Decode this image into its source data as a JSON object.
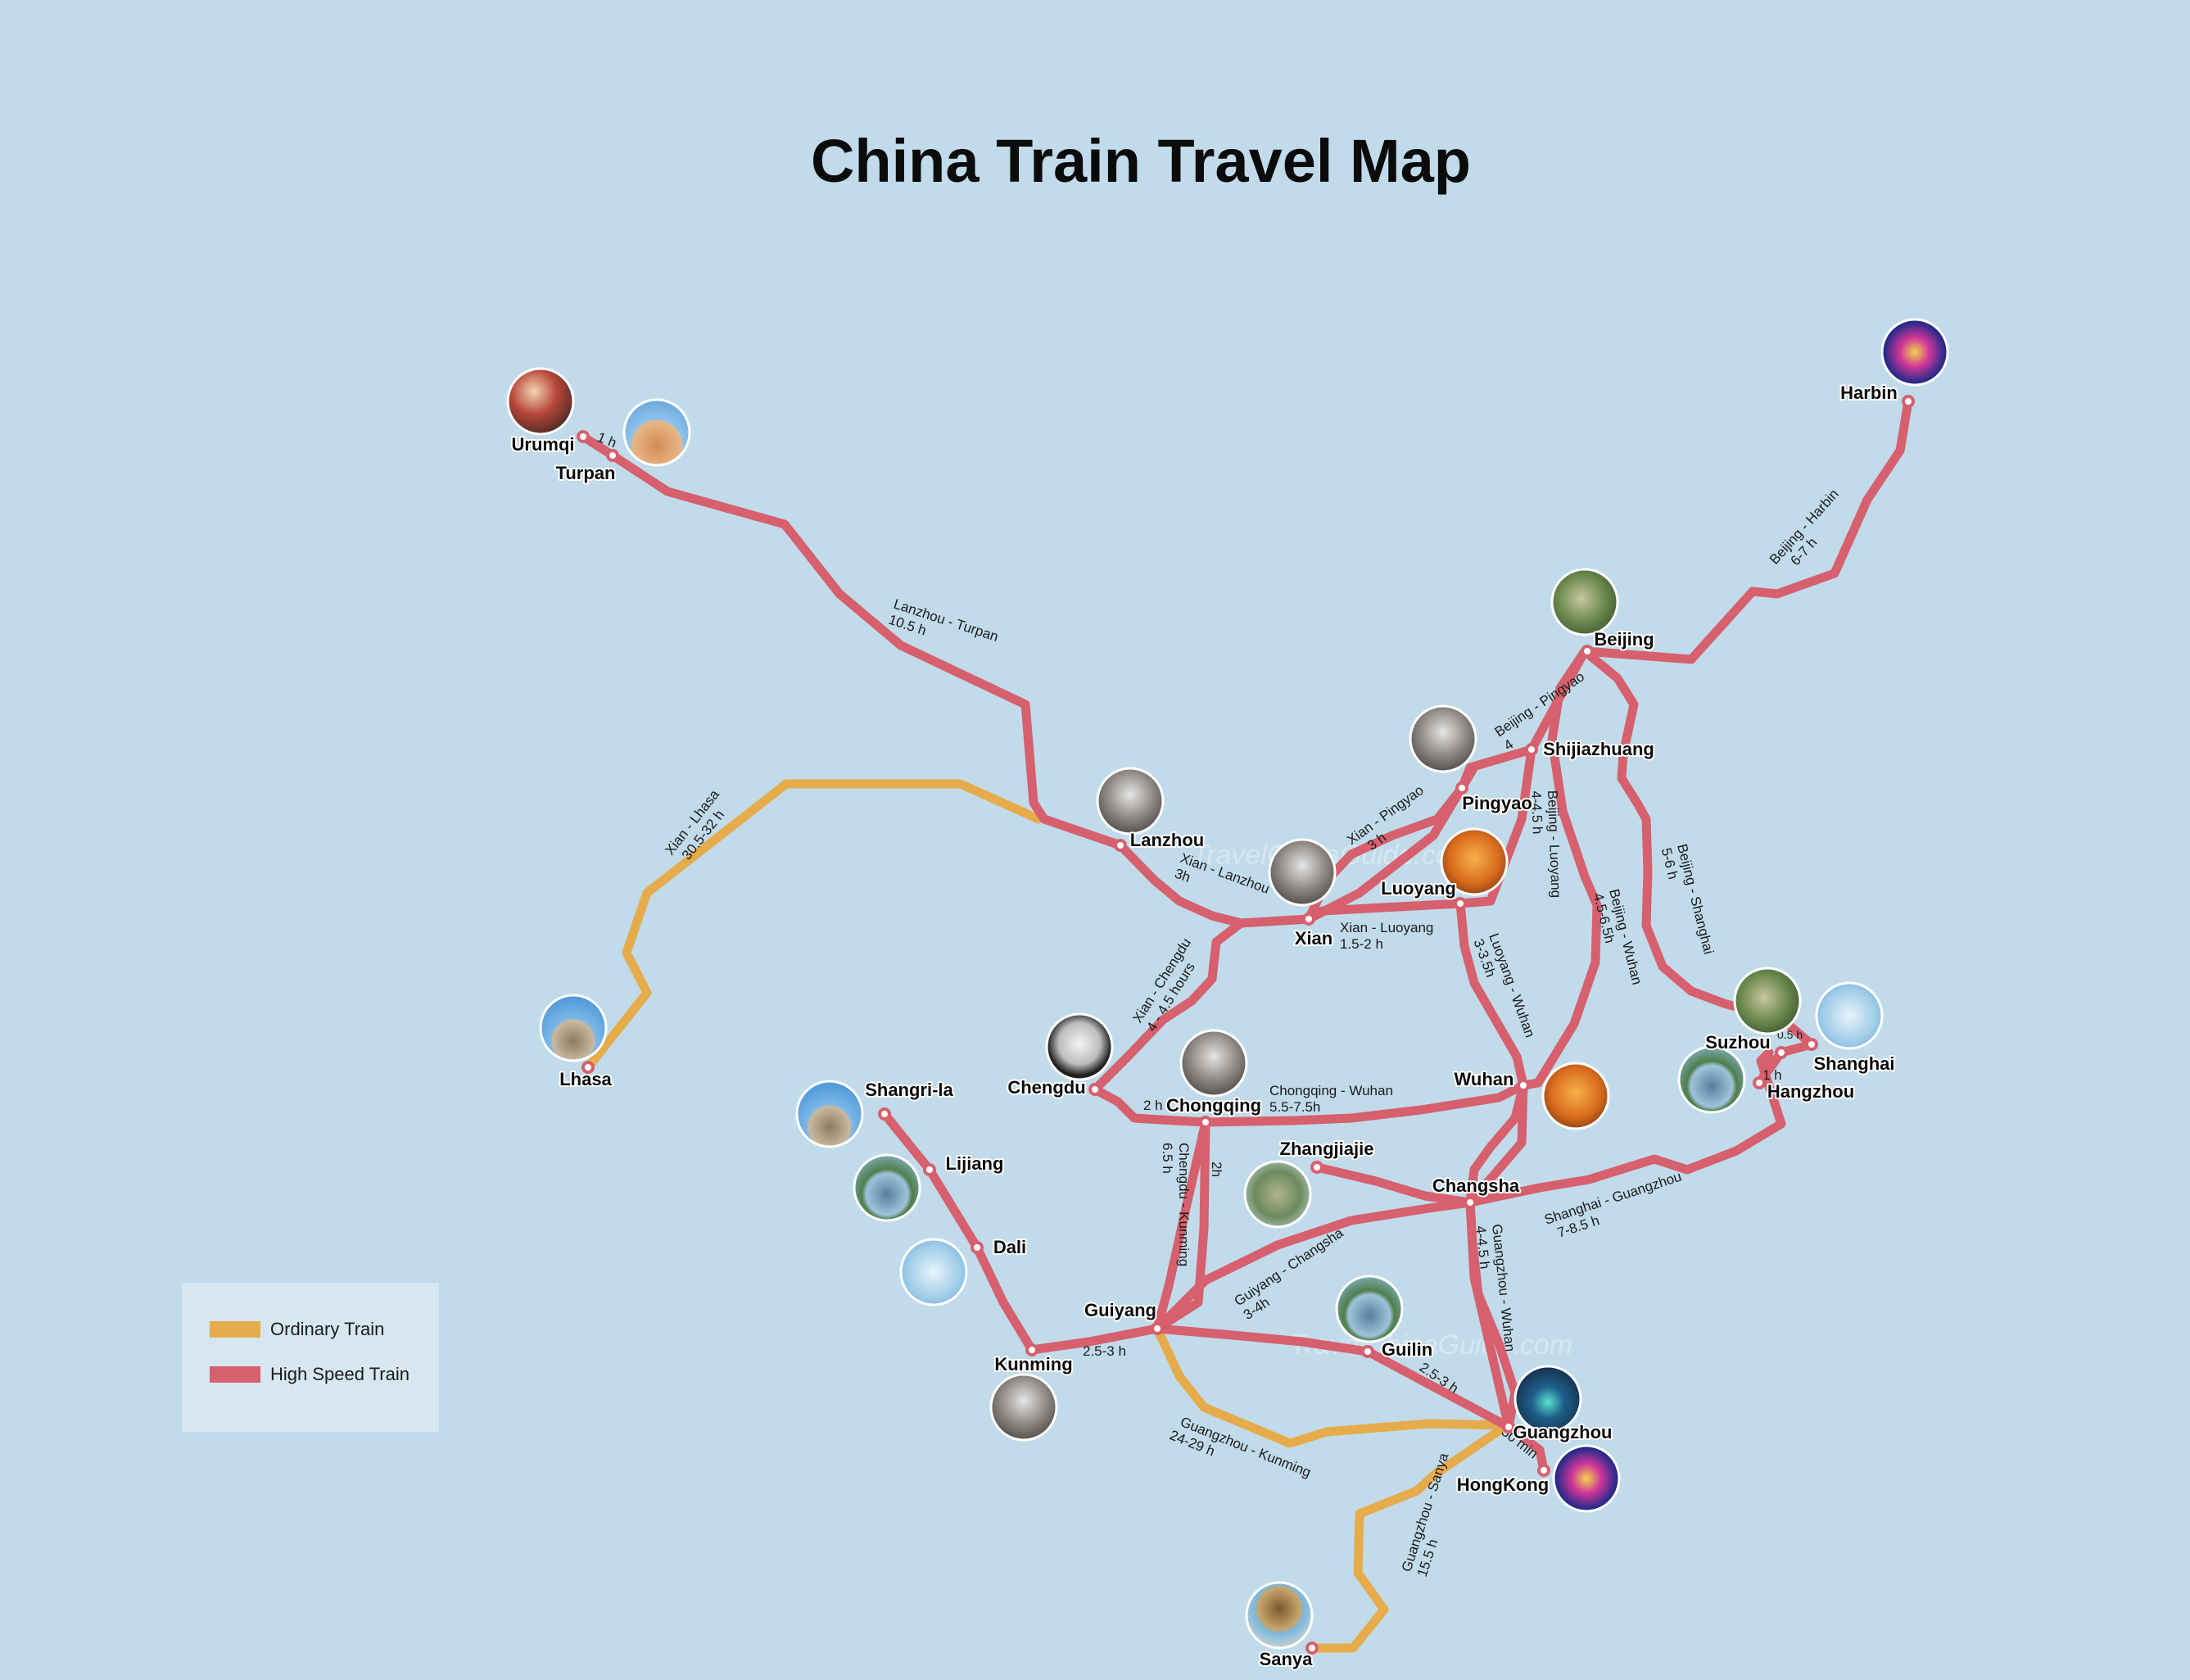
{
  "title": "China Train Travel Map",
  "watermark": "TravelChinaGuide.com",
  "colors": {
    "background": "#c1dbea",
    "high_speed": "#d6606e",
    "ordinary": "#e6ac4c"
  },
  "legend": [
    {
      "label": "Ordinary Train",
      "color": "#e6ac4c"
    },
    {
      "label": "High Speed Train",
      "color": "#d6606e"
    }
  ],
  "cities": [
    {
      "id": "urumqi",
      "name": "Urumqi",
      "photo": "grand-bazaar-photo"
    },
    {
      "id": "turpan",
      "name": "Turpan",
      "photo": "flaming-mountains-photo"
    },
    {
      "id": "harbin",
      "name": "Harbin",
      "photo": "ice-festival-photo"
    },
    {
      "id": "beijing",
      "name": "Beijing",
      "photo": "great-wall-photo"
    },
    {
      "id": "shijiazhuang",
      "name": "Shijiazhuang"
    },
    {
      "id": "pingyao",
      "name": "Pingyao",
      "photo": "pingyao-gate-photo"
    },
    {
      "id": "lanzhou",
      "name": "Lanzhou",
      "photo": "waterwheel-photo"
    },
    {
      "id": "xian",
      "name": "Xian",
      "photo": "terracotta-warriors-photo"
    },
    {
      "id": "luoyang",
      "name": "Luoyang",
      "photo": "shaolin-monks-photo"
    },
    {
      "id": "lhasa",
      "name": "Lhasa",
      "photo": "potala-palace-photo"
    },
    {
      "id": "chengdu",
      "name": "Chengdu",
      "photo": "panda-photo"
    },
    {
      "id": "chongqing",
      "name": "Chongqing",
      "photo": "chongqing-skyline-photo"
    },
    {
      "id": "wuhan",
      "name": "Wuhan",
      "photo": "yellow-crane-tower-photo"
    },
    {
      "id": "suzhou",
      "name": "Suzhou",
      "photo": "suzhou-garden-photo"
    },
    {
      "id": "shanghai",
      "name": "Shanghai",
      "photo": "pearl-tower-photo"
    },
    {
      "id": "hangzhou",
      "name": "Hangzhou",
      "photo": "west-lake-photo"
    },
    {
      "id": "shangrila",
      "name": "Shangri-la",
      "photo": "songzanlin-photo"
    },
    {
      "id": "lijiang",
      "name": "Lijiang",
      "photo": "jade-snow-mountain-photo"
    },
    {
      "id": "dali",
      "name": "Dali",
      "photo": "erhai-lake-photo"
    },
    {
      "id": "zhangjiajie",
      "name": "Zhangjiajie",
      "photo": "zhangjiajie-peaks-photo"
    },
    {
      "id": "changsha",
      "name": "Changsha"
    },
    {
      "id": "guiyang",
      "name": "Guiyang"
    },
    {
      "id": "kunming",
      "name": "Kunming",
      "photo": "stone-forest-photo"
    },
    {
      "id": "guilin",
      "name": "Guilin",
      "photo": "li-river-photo"
    },
    {
      "id": "guangzhou",
      "name": "Guangzhou",
      "photo": "canton-tower-photo"
    },
    {
      "id": "hongkong",
      "name": "HongKong",
      "photo": "hongkong-night-photo"
    },
    {
      "id": "sanya",
      "name": "Sanya",
      "photo": "sanya-beach-photo"
    }
  ],
  "routes": [
    {
      "id": "lanzhou-turpan",
      "type": "high_speed",
      "name": "Lanzhou - Turpan",
      "time": "10.5 h"
    },
    {
      "id": "urumqi-turpan",
      "type": "high_speed",
      "name": "",
      "time": "1 h"
    },
    {
      "id": "xian-lhasa",
      "type": "ordinary",
      "name": "Xian - Lhasa",
      "time": "30.5-32 h"
    },
    {
      "id": "beijing-harbin",
      "type": "high_speed",
      "name": "Beijing - Harbin",
      "time": "6-7 h"
    },
    {
      "id": "beijing-pingyao",
      "type": "high_speed",
      "name": "Beijing - Pingyao",
      "time": "4"
    },
    {
      "id": "xian-pingyao",
      "type": "high_speed",
      "name": "Xian - Pingyao",
      "time": "3 h"
    },
    {
      "id": "xian-lanzhou",
      "type": "high_speed",
      "name": "Xian - Lanzhou",
      "time": "3h"
    },
    {
      "id": "xian-luoyang",
      "type": "high_speed",
      "name": "Xian - Luoyang",
      "time": "1.5-2 h"
    },
    {
      "id": "xian-chengdu",
      "type": "high_speed",
      "name": "Xian - Chengdu",
      "time": "4 - 4.5 hours"
    },
    {
      "id": "beijing-luoyang",
      "type": "high_speed",
      "name": "Beijing - Luoyang",
      "time": "4-4.5 h"
    },
    {
      "id": "beijing-wuhan",
      "type": "high_speed",
      "name": "Beijing - Wuhan",
      "time": "4.5-6.5h"
    },
    {
      "id": "beijing-shanghai",
      "type": "high_speed",
      "name": "Beijing - Shanghai",
      "time": "5-6 h"
    },
    {
      "id": "luoyang-wuhan",
      "type": "high_speed",
      "name": "Luoyang - Wuhan",
      "time": "3-3.5h"
    },
    {
      "id": "chengdu-chongqing",
      "type": "high_speed",
      "name": "",
      "time": "2 h"
    },
    {
      "id": "chongqing-wuhan",
      "type": "high_speed",
      "name": "Chongqing - Wuhan",
      "time": "5.5-7.5h"
    },
    {
      "id": "chengdu-kunming",
      "type": "high_speed",
      "name": "Chengdu - Kunming",
      "time": "6.5 h"
    },
    {
      "id": "chongqing-guiyang",
      "type": "high_speed",
      "name": "",
      "time": "2h"
    },
    {
      "id": "guiyang-changsha",
      "type": "high_speed",
      "name": "Guiyang - Changsha",
      "time": "3-4h"
    },
    {
      "id": "guiyang-kunming",
      "type": "high_speed",
      "name": "",
      "time": "2.5-3 h"
    },
    {
      "id": "guilin-guangzhou",
      "type": "high_speed",
      "name": "",
      "time": "2.5-3 h"
    },
    {
      "id": "guangzhou-wuhan",
      "type": "high_speed",
      "name": "Guangzhou - Wuhan",
      "time": "4-4.5 h"
    },
    {
      "id": "shanghai-guangzhou",
      "type": "high_speed",
      "name": "Shanghai - Guangzhou",
      "time": "7-8.5 h"
    },
    {
      "id": "guangzhou-kunming",
      "type": "ordinary",
      "name": "Guangzhou - Kunming",
      "time": "24-29 h"
    },
    {
      "id": "guangzhou-sanya",
      "type": "ordinary",
      "name": "Guangzhou - Sanya",
      "time": "15.5 h"
    },
    {
      "id": "guangzhou-hongkong",
      "type": "high_speed",
      "name": "",
      "time": "50 min"
    },
    {
      "id": "suzhou-shanghai",
      "type": "high_speed",
      "name": "",
      "time": "0.5 h"
    },
    {
      "id": "shanghai-hangzhou",
      "type": "high_speed",
      "name": "",
      "time": "1 h"
    }
  ]
}
